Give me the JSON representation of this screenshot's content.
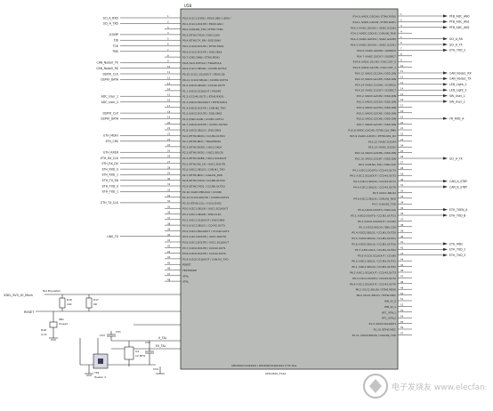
{
  "chip": {
    "refdes": "U5B",
    "part_label": "XMC4500_F144",
    "footer": "XMC4500-F144K1024 / XMC4500-E144K1024 ?? Pin Plus"
  },
  "left_nets": [
    "SCI_A_RXD",
    "SCI_A_TXD",
    "",
    "JCOMP",
    "TDI",
    "TCK",
    "TMS",
    "",
    "CAN_Node0_TX",
    "CAN_Node0_RX",
    "DSPIO_CLK",
    "DSPIO_DATA",
    "",
    "",
    "ADC_User_1",
    "ADC_User_2",
    "",
    "DSPIO_CLK",
    "DSPIO_DATA",
    "",
    "",
    "ETH_MDIO",
    "ETH_CRS",
    "",
    "ETH_RXER",
    "ETH_RX_CLK",
    "ETH_RX_DV",
    "ETH_RXD_0",
    "ETH_RXD_1",
    "ETH_TX_EN",
    "ETH_TXD_0",
    "ETH_TXD_1",
    "",
    "ETH_TX_CLK",
    "",
    "",
    "",
    "",
    "",
    "LIN0_TX",
    "",
    "",
    "",
    "",
    "VDD_3V3_IO_Main",
    "RESET"
  ],
  "right_nets": [
    "PFB_ADC_AN0",
    "PFB_ADC_AN1",
    "PFB_ADC_AN2",
    "",
    "SCI_A_RX",
    "SCI_A_TX",
    "ETH_TXD_2",
    "",
    "",
    "",
    "CAN_Node1_RX",
    "CAN_Node1_TX",
    "LED_Light_1",
    "LED_Light_2",
    "SW_User_1",
    "SW_User_2",
    "",
    "",
    "FR_RXD_A",
    "",
    "",
    "",
    "",
    "",
    "",
    "SCI_A_TX",
    "",
    "",
    "",
    "CAN_A_STBY",
    "CAN_B_STBY",
    "",
    "",
    "",
    "ETH_TXEN_A",
    "ETH_TXD_B",
    "",
    "",
    "",
    "",
    "ETH_MDC",
    "ETH_TXD_2",
    "ETH_TXD_3"
  ],
  "pin_labels_left": [
    "P0.0 /U1C1.DX0D / ERU0.0B0 / LED0 /",
    "P0.1 /U1C1.DOUT0 / ERU0.0A0 /",
    "P0.2 /CAN.N0_TXD / ETH0.TXD1",
    "P0.3 /ETH0.TXD0 / DSD.CLKA",
    "P0.4 /ETH0.TX_EN / DSD.DIN0",
    "P0.5 /U1C0.DOUT0 / ETH0.TXD0",
    "P0.6 /U1C0.DOUT0 / DSD.DIN3",
    "P0.7 /DSD.DIN0 / ETH0.MDIO",
    "P0.8 /SCU.EXTCLK / TRACECLK",
    "P0.9 /U1C1.SELO0 / CCU80.OUT12",
    "P0.10 /U1C1.SCLKOUT / ERU0.1B",
    "P0.11 /U1C0.SELO0 / CCU80.OUT31",
    "P1.0 /U0C0.SELO0 / CCU40.OUT3",
    "P1.1 /U0C0.SCLKOUT / POSIF0",
    "P1.2 /CCU40.OUT1 / ETH0.RXD0",
    "P1.3 /U0C0.MCLKOUT / ETH0.RXD1",
    "P1.4 /U0C0.DOUT0 / CAN.N0_TXD",
    "P1.5 /U0C0.DOUT0 / DSD.DIN2",
    "P1.6 /DSD.CLKB / CCU81.OUT11",
    "P1.7 /U0C0.DOUT0 / CCU81.OUT03",
    "P1.8 /U0C0.SELO1 / DSD.DIN1",
    "P2.0 /ETH0.MDIO / CCU81.OUT21",
    "P2.1 /ETH0.MDC / TRACEDATA",
    "P2.2 /ETH0.RXD0 / U0C1.DX0A",
    "P2.3 /ETH0.RXD1 / U0C1.SELO0",
    "P2.4 /ETH0.RXER / U0C1.SCLKOUT",
    "P2.5 /ETH0.RX_DV / U0C1.DOUT0",
    "P2.6 /U0C1.SELO1 / CAN.N1_TXD",
    "P2.7 /ETH0.MDC / CAN.N1_RXD",
    "P2.8 /ETH0.TXD0 / CCU80.OUT32",
    "P2.9 /ETH0.TXD1 / CCU80.OUT22",
    "P2.10 /VADC.EMUX10 / CCU80",
    "P2.14 /U1C0.DOUT0 / CCU80.OUT21",
    "P2.15 /ETH0.COL / U1C0.DX0C",
    "P3.0 /U2C1.SELO0 / U0C1.SCLKOUT",
    "P3.1 /U0C1.SELO0 / DSD.CLKC",
    "P3.2 /U0C1.SCLKOUT / DSD.DIN0",
    "P3.3 /U1C1.SELO1 / CCU42.OUT3",
    "P3.4 /U2C1.MCLKOUT / CCU42.OUT2",
    "P3.5 /U2C1.DOUT0 / U0C1.DOUT0",
    "P3.6 /U2C1.DOUT0 / U0C1.SCLKOUT",
    "P3.7 /U2C0.DOUT0 / CCU42.OUT1",
    "P3.8 /U2C0.DOUT0 / CCU42.OUT0",
    "P3.9 /U2C0.SCLKOUT / CAN.N1_TXD",
    "PORST",
    "TESTMODE",
    "XTAL",
    "XTAL"
  ],
  "pin_labels_right": [
    "P14.0 /VADC.G0CH0 / ETH0.RXD0",
    "P14.1 /VADC.G0CH1 / ETH0.RXD1",
    "P14.2 /VADC.G0CH2 / VADC.G1CH2",
    "P14.3 /VADC.G0CH3 / CAN.N0_RXD",
    "P14.4 /VADC.G0CH4 / VADC.G2CH0",
    "P14.5 /VADC.G0CH5 / VADC.G2CH1",
    "P14.6 /VADC.G0CH6 / G0ORC6",
    "P14.7 /VADC.G0CH7 / G0ORC7",
    "P14.8 /VADC.G1CH0 / DAC.OUT_0",
    "P14.9 /VADC.G1CH1 / DAC.OUT_1",
    "P14.12 /VADC.G1CH4 / DSD.DIN",
    "P14.13 /VADC.G1CH5 / DSD.DIN",
    "P14.14 /VADC.G1CH6 / G1ORC6",
    "P14.15 /VADC.G1CH7 / G1ORC7",
    "P15.2 /VADC.G2CH2 / DSD.DIN",
    "P15.3 /VADC.G2CH3 / DSD.DIN",
    "P15.4 /VADC.G2CH4 / DSD.DIN",
    "P15.5 /VADC.G2CH5 / DSD.DIN",
    "P15.6 /VADC.G2CH6 / DSD.DIN",
    "P15.7 /VADC.G2CH7 / DSD.DIN",
    "P15.8 /VADC.G3CH0 / ETH0.CLK_RMII",
    "P15.9 /VADC.G3CH1 / ETH0.CRS_DV",
    "P15.12 /VADC.G3CH4",
    "P15.13 /VADC.G3CH5",
    "P15.14 /VADC.G3CH6 / DSD.DIN",
    "P15.15 /VADC.G3CH7 / DSD.DIN",
    "P4.0 /CAN.N0_TXD / DSD.CLK",
    "P4.1 /U2C1.DOUT0 / CCU43.OUT3",
    "P4.2 /U2C1.SCLKOUT / CCU43.OUT2",
    "P4.3 /U2C1.SELO0 / CCU43.OUT1",
    "P4.4 /U2C1.SELO1 / CCU43.OUT0",
    "P4.5 /U2C1.SELO2",
    "P4.6 /U2C1.SELO3 / CAN.N2_RXD",
    "P4.7 /CAN.N2_TXD",
    "P5.0 /U2C0.DOUT0 / DSD.CLK",
    "P5.1 /U0C0.DOUT0 / CCU81.OUT33",
    "P5.2 /U2C0.SCLKOUT / CCU81",
    "P5.3 /U2C0.SELO0 / EBU.CS0",
    "P5.4 /U2C0.SELO1 / CCU81.OUT20",
    "P5.5 /U2C0.SELO2 / CCU81.OUT21",
    "P5.6 /U2C0.SELO3 / CCU81.OUT30",
    "P5.7 /LED.COL5 / CCU81.OUT02",
    "P5.8 /U1C0.SCLKOUT / CCU80",
    "P6.0 /U0C1.SELO1 / CCU81.OUT31",
    "P6.1 /U0C1.SELO0 / CCU81.OUT32",
    "P6.2 /U0C1.SCLKOUT / CCU43.OUT3",
    "P6.3 /U1C1.DOUT0 / CCU43.OUT2",
    "P6.4 /U1C1.SCLKOUT / CCU43.OUT0",
    "P6.5 /U1C1.SELO0 / ETH0.MDIO",
    "P6.6 /U1C1.SELO1 / ETH0.MDC",
    "HIB_IO_0",
    "HIB_IO_1",
    "RTC_XTAL1",
    "RTC_XTAL2",
    "P1.9 /U0C0.SCLKOUT",
    "P1.10 /ETH0.MDC",
    "P1.11 /U0C0.SELO0 / CAN.N2_TXD"
  ],
  "components": {
    "r_pullup": "R16",
    "r_pullup_val": "10k",
    "r_series": "R17",
    "r_series_val": "0R",
    "sb": "SB1",
    "sb_val": "Closed",
    "r_hold": "R18",
    "r_hold_val": "4.7k",
    "crystal": "Q1",
    "crystal_freq": "12 MHz",
    "c_load_1": "C51",
    "c_load_2": "C52",
    "c_bypass_1": "C53",
    "c_bypass_2": "C54",
    "tp": "TP1",
    "tp_desc": "Header 3",
    "dnp_label": "Not Populated",
    "net_xtal": "X_TAL",
    "net_extal": "EX_TAL"
  },
  "watermark": "电子发烧友 www.elecfans.com"
}
